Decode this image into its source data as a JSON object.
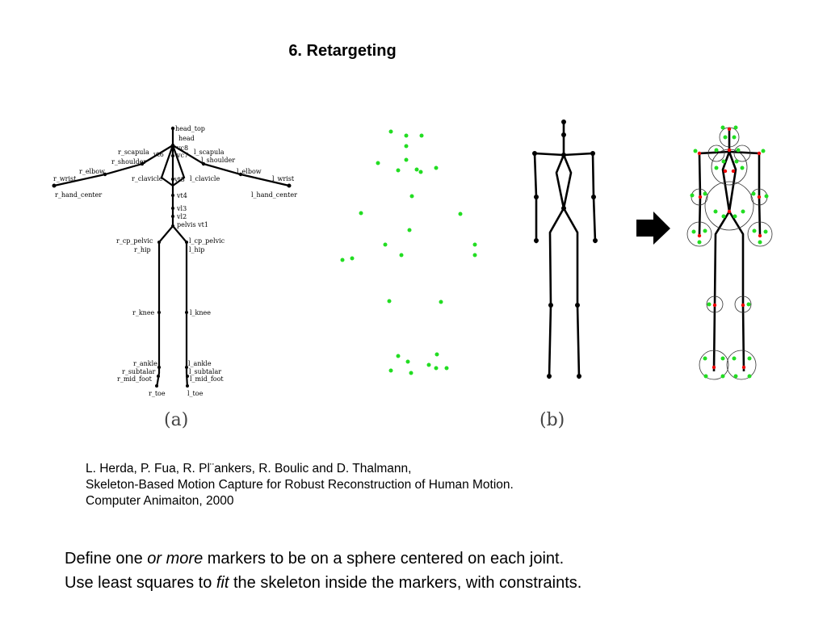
{
  "title": "6. Retargeting",
  "figure": {
    "caption_a": "(a)",
    "caption_b": "(b)",
    "joint_labels": {
      "head_top": "head_top",
      "head": "head",
      "vc8": "vc8",
      "vc7": "vc7",
      "vt6": "vt6",
      "r_scapula": "r_scapula",
      "r_shoulder": "r_shoulder",
      "l_scapula": "l_scapula",
      "l_shoulder": "l_shoulder",
      "r_elbow": "r_elbow",
      "l_elbow": "l_elbow",
      "r_wrist": "r_wrist",
      "l_wrist": "l_wrist",
      "r_hand_center": "r_hand_center",
      "l_hand_center": "l_hand_center",
      "r_clavicle": "r_clavicle",
      "l_clavicle": "l_clavicle",
      "vt5": "vt5",
      "vt4": "vt4",
      "vl3": "vl3",
      "vl2": "vl2",
      "pelvis_vt1": "pelvis vt1",
      "r_cp_pelvic": "r_cp_pelvic",
      "l_cp_pelvic": "l_cp_pelvic",
      "r_hip": "r_hip",
      "l_hip": "l_hip",
      "r_knee": "r_knee",
      "l_knee": "l_knee",
      "r_ankle": "r_ankle",
      "l_ankle": "l_ankle",
      "r_subtalar": "r_subtalar",
      "l_subtalar": "l_subtalar",
      "r_mid_foot": "r_mid_foot",
      "l_mid_foot": "l_mid_foot",
      "r_toe": "r_toe",
      "l_toe": "l_toe"
    },
    "marker_color": "#22dd22",
    "joint_color": "#ee0000",
    "arrow_icon": "right-arrow-icon"
  },
  "citation": {
    "line1": "L. Herda, P. Fua, R. Pl¨ankers, R. Boulic and D. Thalmann,",
    "line2": "Skeleton-Based Motion Capture for Robust Reconstruction of Human Motion.",
    "line3": "Computer Animaiton, 2000"
  },
  "body": {
    "line1_pre": "Define one ",
    "line1_em": "or more",
    "line1_post": " markers to be on a sphere centered on each joint.",
    "line2_pre": "Use least squares to ",
    "line2_em": "fit",
    "line2_post": " the skeleton inside the markers, with constraints."
  }
}
